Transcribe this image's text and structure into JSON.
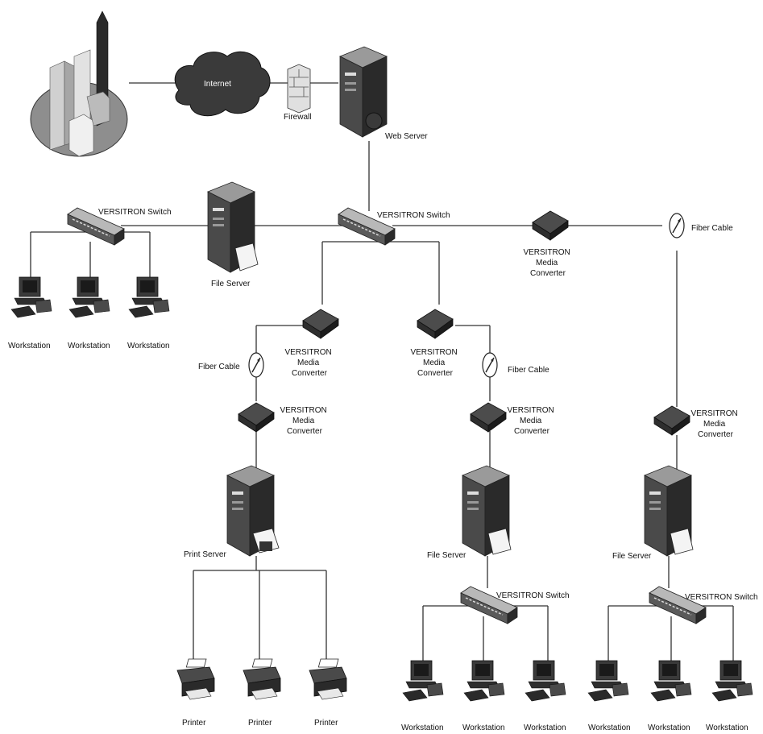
{
  "labels": {
    "internet": "Internet",
    "firewall": "Firewall",
    "web_server": "Web Server",
    "versitron_switch": "VERSITRON Switch",
    "file_server": "File Server",
    "print_server": "Print Server",
    "workstation": "Workstation",
    "printer": "Printer",
    "fiber_cable": "Fiber Cable",
    "media_converter": [
      "VERSITRON",
      "Media",
      "Converter"
    ]
  },
  "colors": {
    "device_dark": "#2b2b2b",
    "device_mid": "#5a5a5a",
    "cloud": "#3a3a3a",
    "building_bg": "#8e8e8e",
    "wire": "#333333"
  }
}
